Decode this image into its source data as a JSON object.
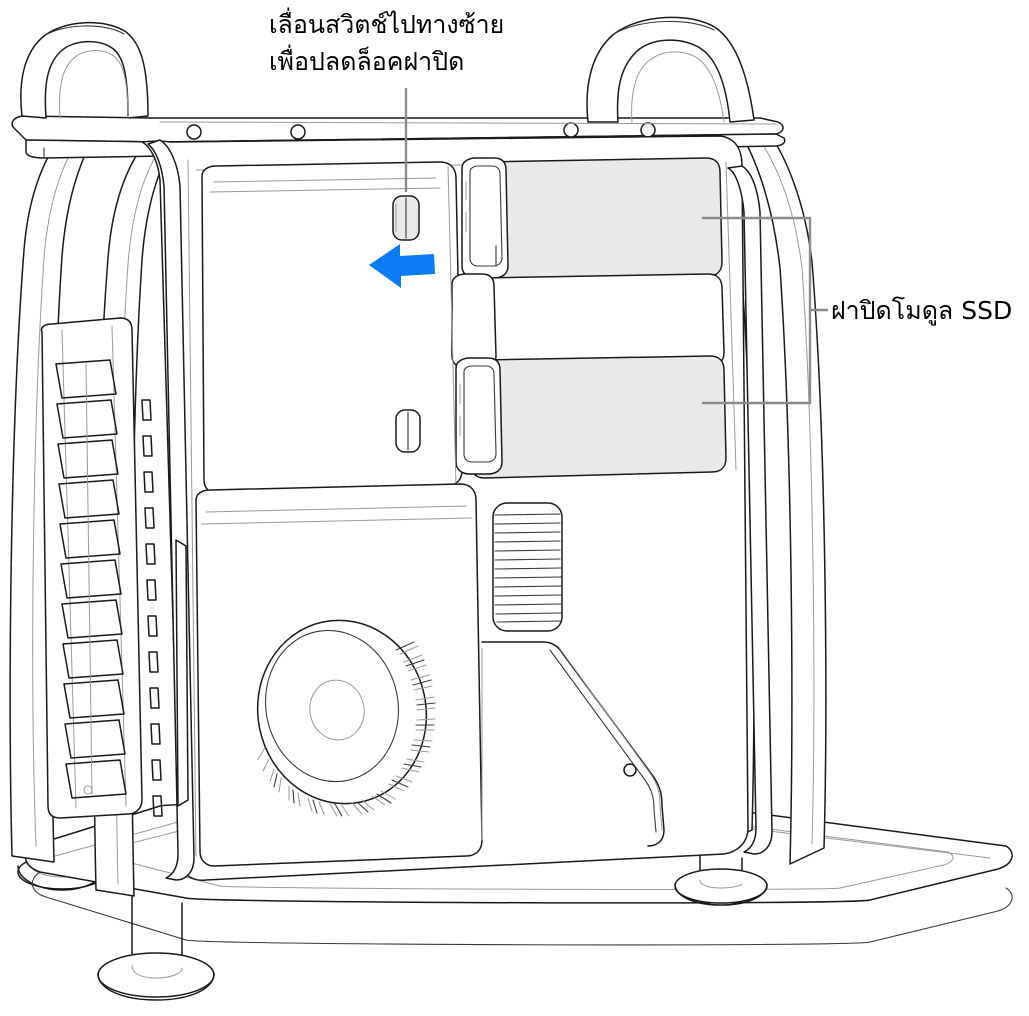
{
  "figure": {
    "title": "Mac Pro tower — SSD module covers and housing latch",
    "background_color": "#ffffff",
    "line_color": "#1a1a1a",
    "shade_color": "#e9e9e9",
    "leader_color": "#8c8c8c"
  },
  "callouts": [
    {
      "id": "latch-callout",
      "line1": "เลื่อนสวิตช์ไปทางซ้าย",
      "line2": "เพื่อปลดล็อคฝาปิด",
      "leader": "vertical-line-down-to-latch"
    },
    {
      "id": "ssd-callout",
      "line1": "ฝาปิดโมดูล SSD",
      "leader": "bracket-to-two-covers"
    }
  ],
  "annotations": {
    "arrow": {
      "name": "direction-arrow",
      "color": "#0b7cf6",
      "direction": "left",
      "meaning": "slide latch to the left"
    }
  },
  "parts": {
    "handles": [
      "top-left-handle",
      "top-right-handle"
    ],
    "top_rail_holes": 4,
    "feet": [
      "front-left-foot",
      "front-right-foot",
      "rear-left-foot",
      "rear-right-foot"
    ],
    "latches": [
      "upper-housing-latch",
      "lower-housing-latch"
    ],
    "bays": [
      {
        "name": "ssd-module-cover-top",
        "shaded": true,
        "labeled": true
      },
      {
        "name": "middle-bay-cover",
        "shaded": false,
        "labeled": false
      },
      {
        "name": "ssd-module-cover-bottom",
        "shaded": true,
        "labeled": true
      }
    ],
    "fan": {
      "name": "blower-fan",
      "blade_count": 64
    },
    "side_vents": {
      "name": "lattice-vent-slots",
      "count": 12
    },
    "rear_vent": {
      "name": "rear-vent-grille",
      "slot_count": 14
    },
    "edge_slots": {
      "name": "edge-slot-column",
      "count": 11
    }
  }
}
